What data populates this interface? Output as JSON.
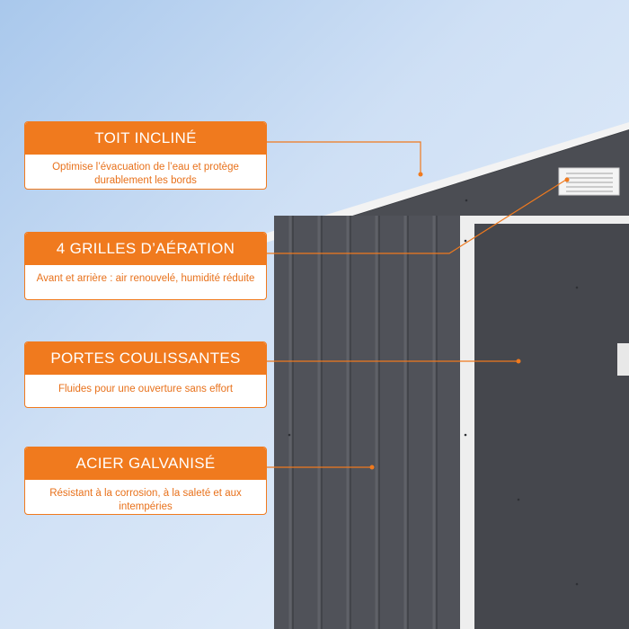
{
  "callouts": [
    {
      "title": "TOIT INCLINÉ",
      "description": "Optimise l’évacuation de l’eau et protège durablement les bords"
    },
    {
      "title": "4 GRILLES D’AÉRATION",
      "description": "Avant et arrière : air renouvelé, humidité réduite"
    },
    {
      "title": "PORTES COULISSANTES",
      "description": "Fluides pour une ouverture sans effort"
    },
    {
      "title": "ACIER GALVANISÉ",
      "description": "Résistant à la corrosion, à la saleté et aux intempéries"
    }
  ],
  "colors": {
    "accent": "#f07a1e",
    "shed_body": "#4a4c52",
    "shed_trim": "#f2f2f2",
    "background": "#cfe0f5"
  },
  "icons": [
    "vent-grille-icon",
    "roof-icon"
  ]
}
